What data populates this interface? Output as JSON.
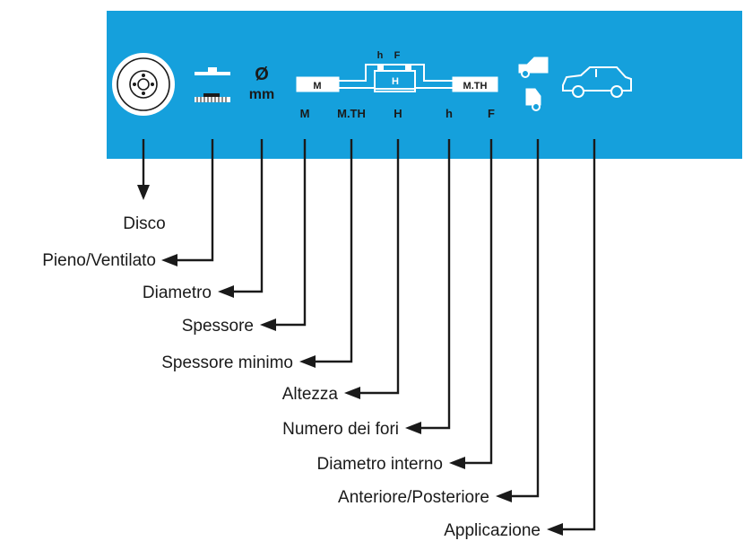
{
  "header": {
    "background_color": "#15a0dc",
    "diameter_symbol": "Ø",
    "diameter_unit": "mm",
    "profile": {
      "box_m": "M",
      "box_h": "H",
      "box_mth": "M.TH",
      "top_h": "h",
      "top_f": "F"
    },
    "columns": {
      "m": "M",
      "mth": "M.TH",
      "h_upper": "H",
      "h_lower": "h",
      "f": "F"
    }
  },
  "labels": {
    "disco": "Disco",
    "pieno_ventilato": "Pieno/Ventilato",
    "diametro": "Diametro",
    "spessore": "Spessore",
    "spessore_minimo": "Spessore minimo",
    "altezza": "Altezza",
    "numero_fori": "Numero dei fori",
    "diametro_interno": "Diametro interno",
    "anteriore_posteriore": "Anteriore/Posteriore",
    "applicazione": "Applicazione"
  }
}
